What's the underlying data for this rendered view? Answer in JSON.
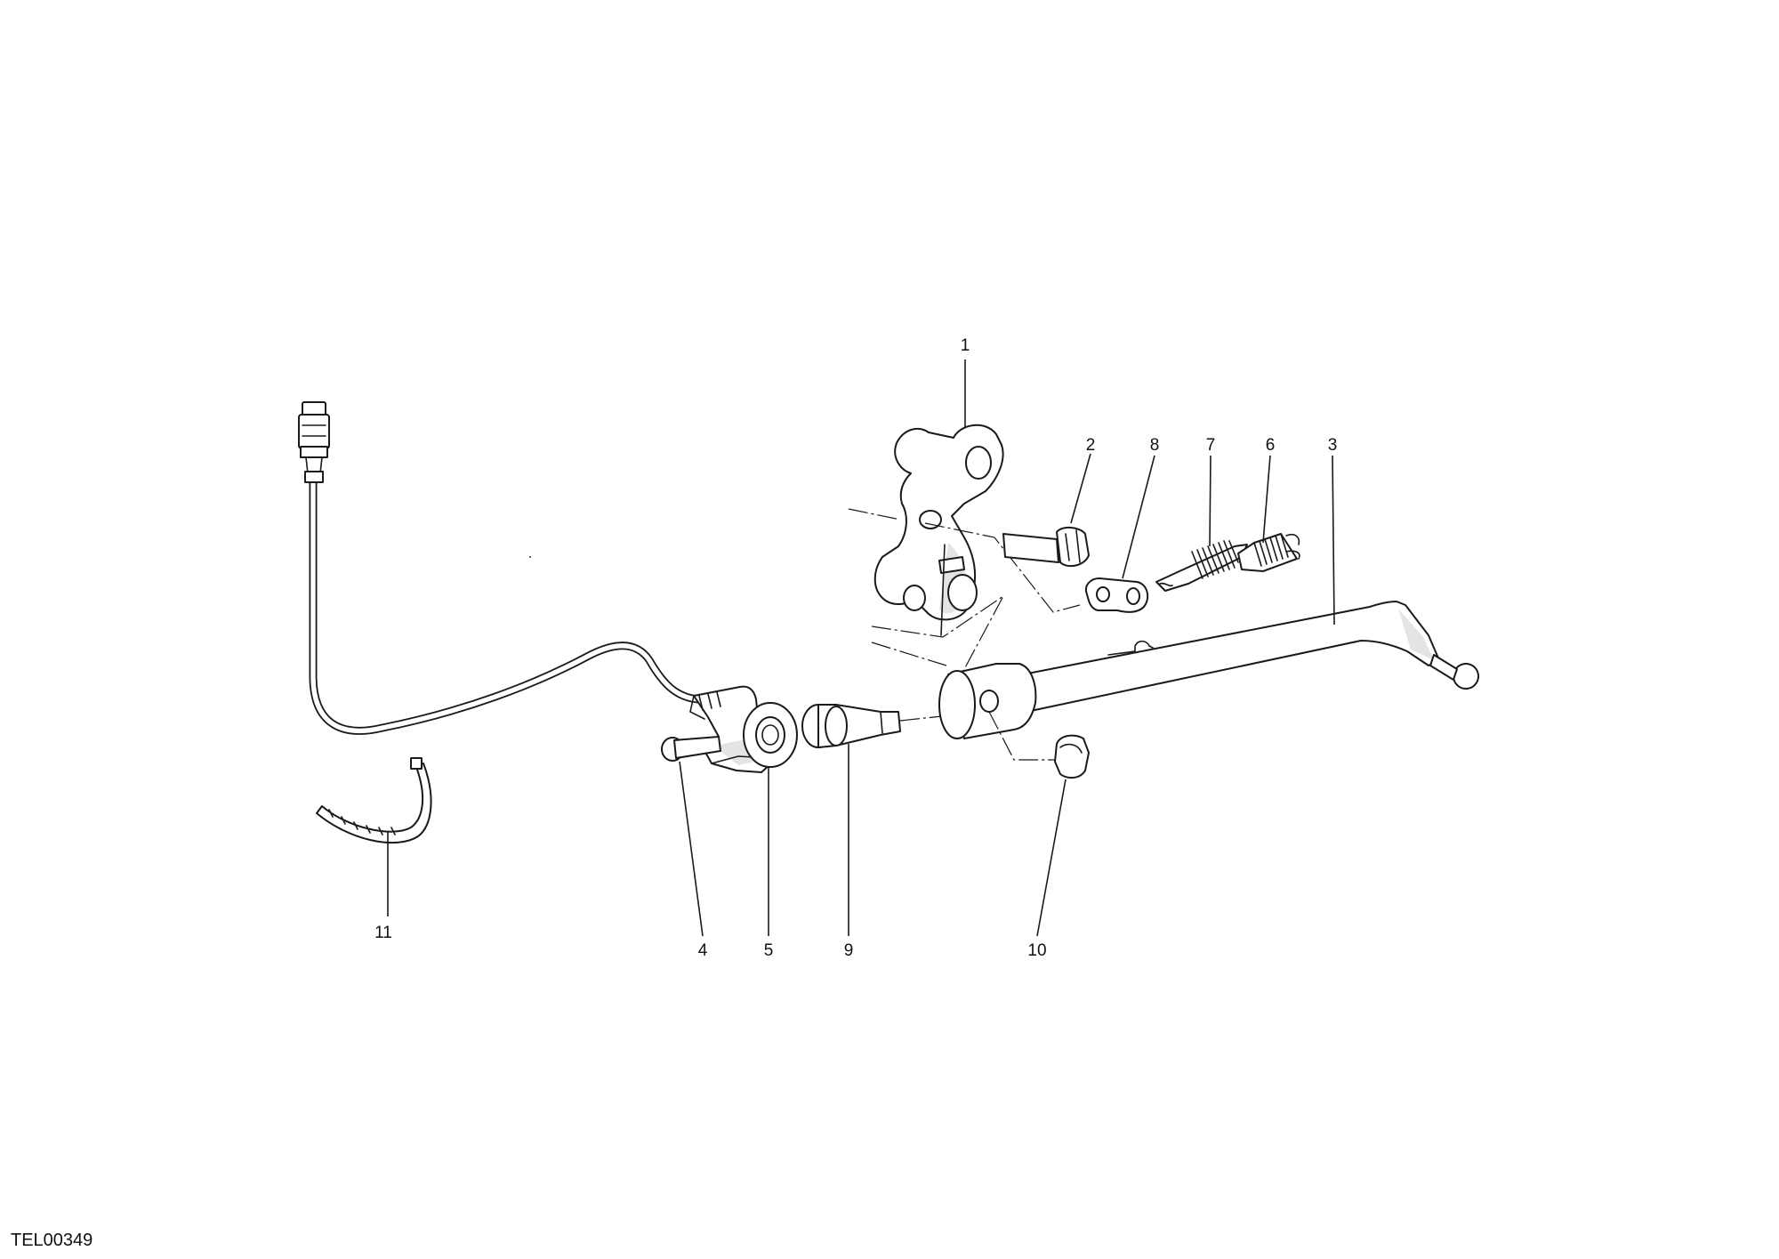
{
  "diagram": {
    "callouts": [
      {
        "id": "1",
        "label": "1"
      },
      {
        "id": "2",
        "label": "2"
      },
      {
        "id": "3",
        "label": "3"
      },
      {
        "id": "4",
        "label": "4"
      },
      {
        "id": "5",
        "label": "5"
      },
      {
        "id": "6",
        "label": "6"
      },
      {
        "id": "7",
        "label": "7"
      },
      {
        "id": "8",
        "label": "8"
      },
      {
        "id": "9",
        "label": "9"
      },
      {
        "id": "10",
        "label": "10"
      },
      {
        "id": "11",
        "label": "11"
      }
    ],
    "drawing_code": "TEL00349"
  }
}
